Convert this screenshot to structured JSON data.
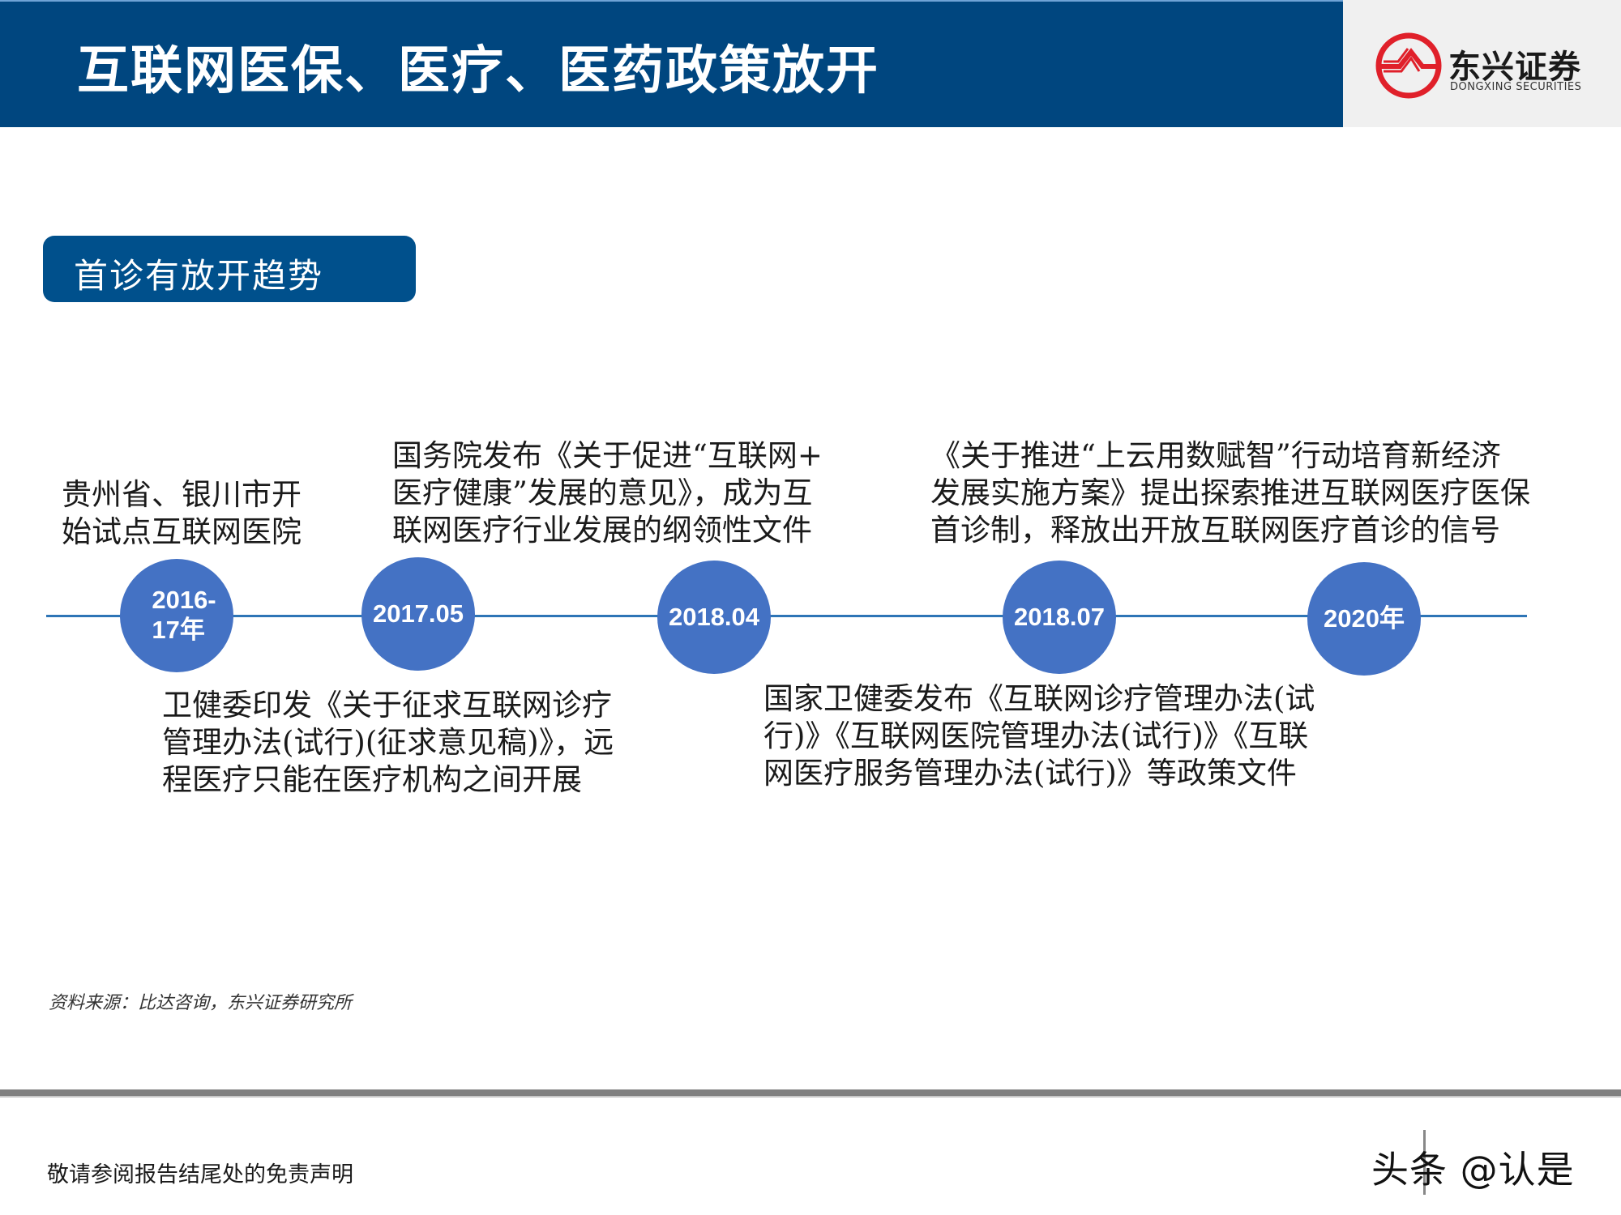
{
  "header": {
    "title": "互联网医保、医疗、医药政策放开",
    "bar_color": "#00467f"
  },
  "logo": {
    "name_cn": "东兴证券",
    "name_en": "DONGXING SECURITIES",
    "mark_color": "#e0202a"
  },
  "section": {
    "label": "首诊有放开趋势"
  },
  "timeline": {
    "line_color": "#2e75b6",
    "node_color": "#4472c4",
    "nodes": [
      {
        "label": "2016-\n17年"
      },
      {
        "label": "2017.05"
      },
      {
        "label": "2018.04"
      },
      {
        "label": "2018.07"
      },
      {
        "label": "2020年"
      }
    ],
    "events": [
      {
        "node": "2016-17年",
        "position": "above",
        "text": "贵州省、银川市开\n始试点互联网医院"
      },
      {
        "node": "2017.05",
        "position": "below",
        "text": "卫健委印发《关于征求互联网诊疗\n管理办法(试行)(征求意见稿)》，远\n程医疗只能在医疗机构之间开展"
      },
      {
        "node": "2018.04",
        "position": "above",
        "text": "国务院发布《关于促进“互联网+\n医疗健康”发展的意见》，成为互\n联网医疗行业发展的纲领性文件"
      },
      {
        "node": "2018.07",
        "position": "below",
        "text": "国家卫健委发布《互联网诊疗管理办法(试\n行)》《互联网医院管理办法(试行)》《互联\n网医疗服务管理办法(试行)》等政策文件"
      },
      {
        "node": "2020年",
        "position": "above",
        "text": "《关于推进“上云用数赋智”行动培育新经济\n发展实施方案》提出探索推进互联网医疗医保\n首诊制，释放出开放互联网医疗首诊的信号"
      }
    ]
  },
  "source_note": "资料来源：比达咨询，东兴证券研究所",
  "footer": {
    "disclaimer": "敬请参阅报告结尾处的免责声明",
    "watermark": "头条 @认是"
  }
}
